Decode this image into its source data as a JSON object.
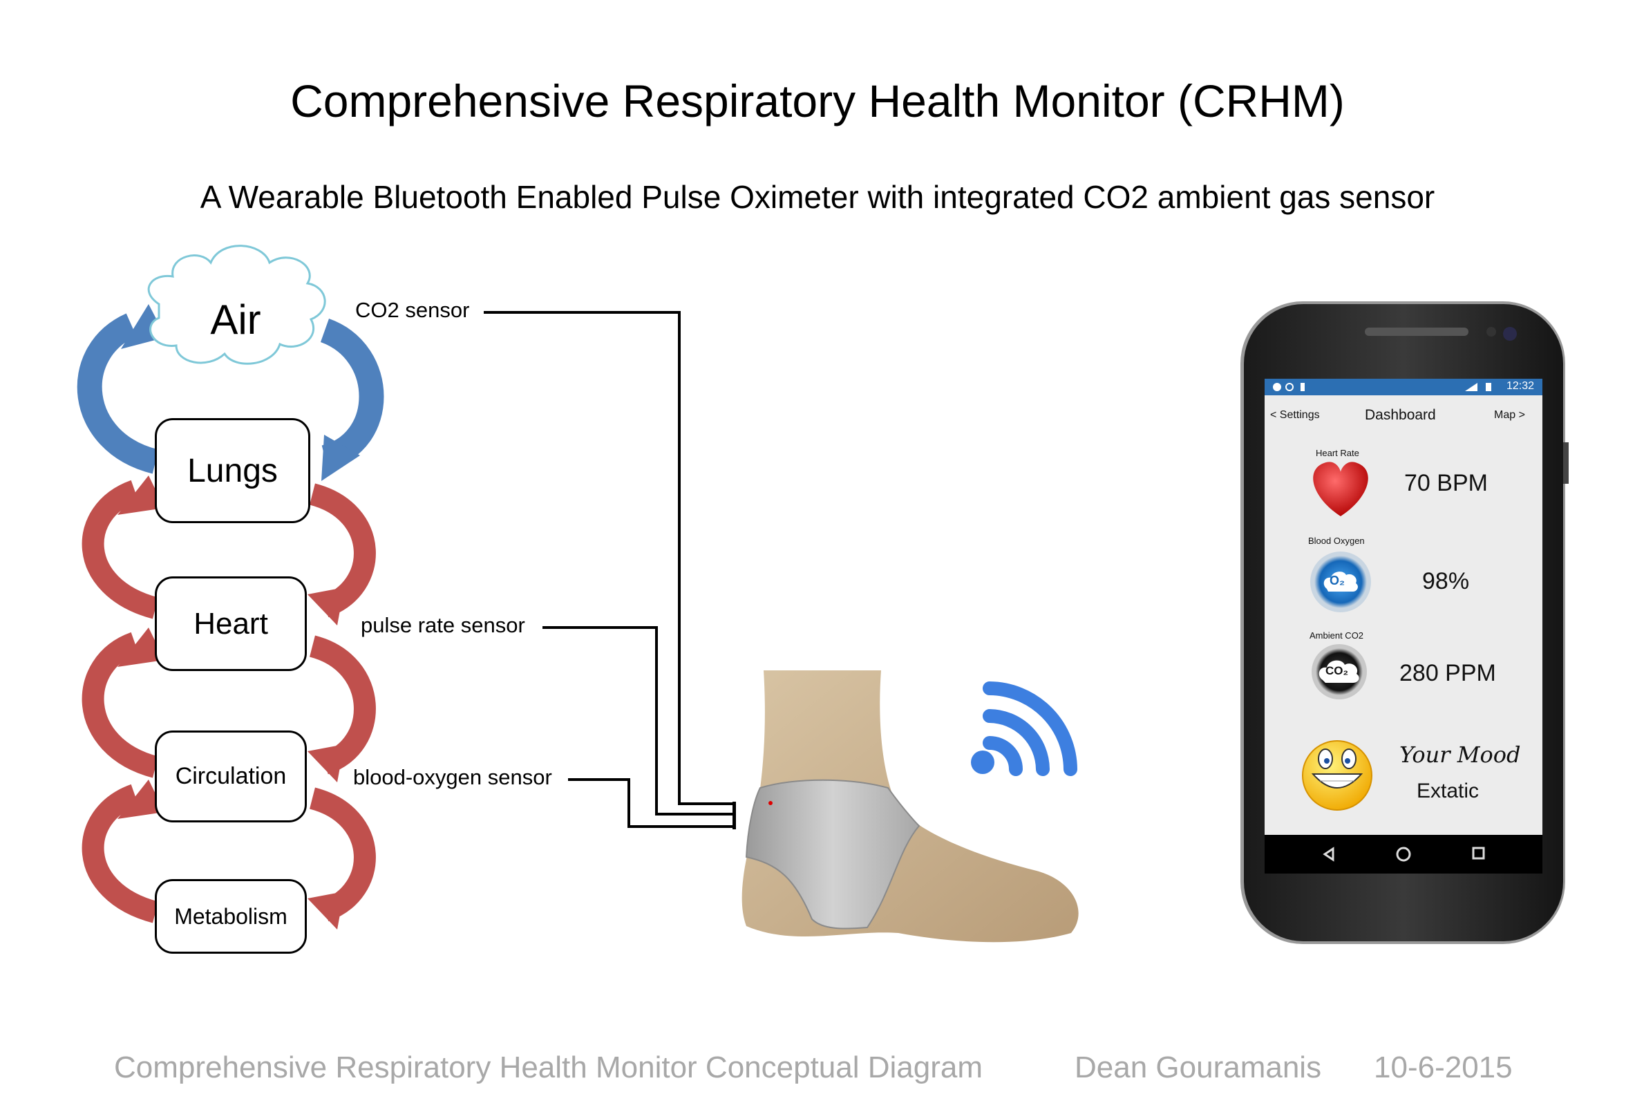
{
  "title": "Comprehensive Respiratory Health Monitor (CRHM)",
  "subtitle": "A Wearable Bluetooth Enabled Pulse Oximeter with integrated CO2 ambient gas sensor",
  "cycle": {
    "air": "Air",
    "nodes": [
      "Lungs",
      "Heart",
      "Circulation",
      "Metabolism"
    ]
  },
  "sensors": {
    "co2": "CO2 sensor",
    "pulse": "pulse rate sensor",
    "oxygen": "blood-oxygen sensor"
  },
  "phone": {
    "status_time": "12:32",
    "nav_left": "< Settings",
    "nav_title": "Dashboard",
    "nav_right": "Map >",
    "heart_rate_label": "Heart Rate",
    "heart_rate_value": "70 BPM",
    "blood_oxygen_label": "Blood Oxygen",
    "blood_oxygen_value": "98%",
    "o2_icon_text": "O₂",
    "ambient_co2_label": "Ambient CO2",
    "ambient_co2_value": "280 PPM",
    "co2_icon_text": "CO₂",
    "mood_label": "Your Mood",
    "mood_value": "Extatic"
  },
  "footer": {
    "caption": "Comprehensive Respiratory Health Monitor Conceptual Diagram",
    "author": "Dean Gouramanis",
    "date": "10-6-2015"
  },
  "colors": {
    "blue_arrow": "#4f81bd",
    "red_arrow": "#c0504d",
    "cloud_outline": "#7fc8d8",
    "bluetooth": "#3d7fe0",
    "phone_status_bar": "#2c6fb3",
    "footer_text": "#a8a8a8"
  },
  "icons": [
    "heart-icon",
    "o2-cloud-icon",
    "co2-cloud-icon",
    "smiley-icon",
    "bluetooth-signal-icon",
    "back-icon",
    "home-icon",
    "recents-icon"
  ]
}
